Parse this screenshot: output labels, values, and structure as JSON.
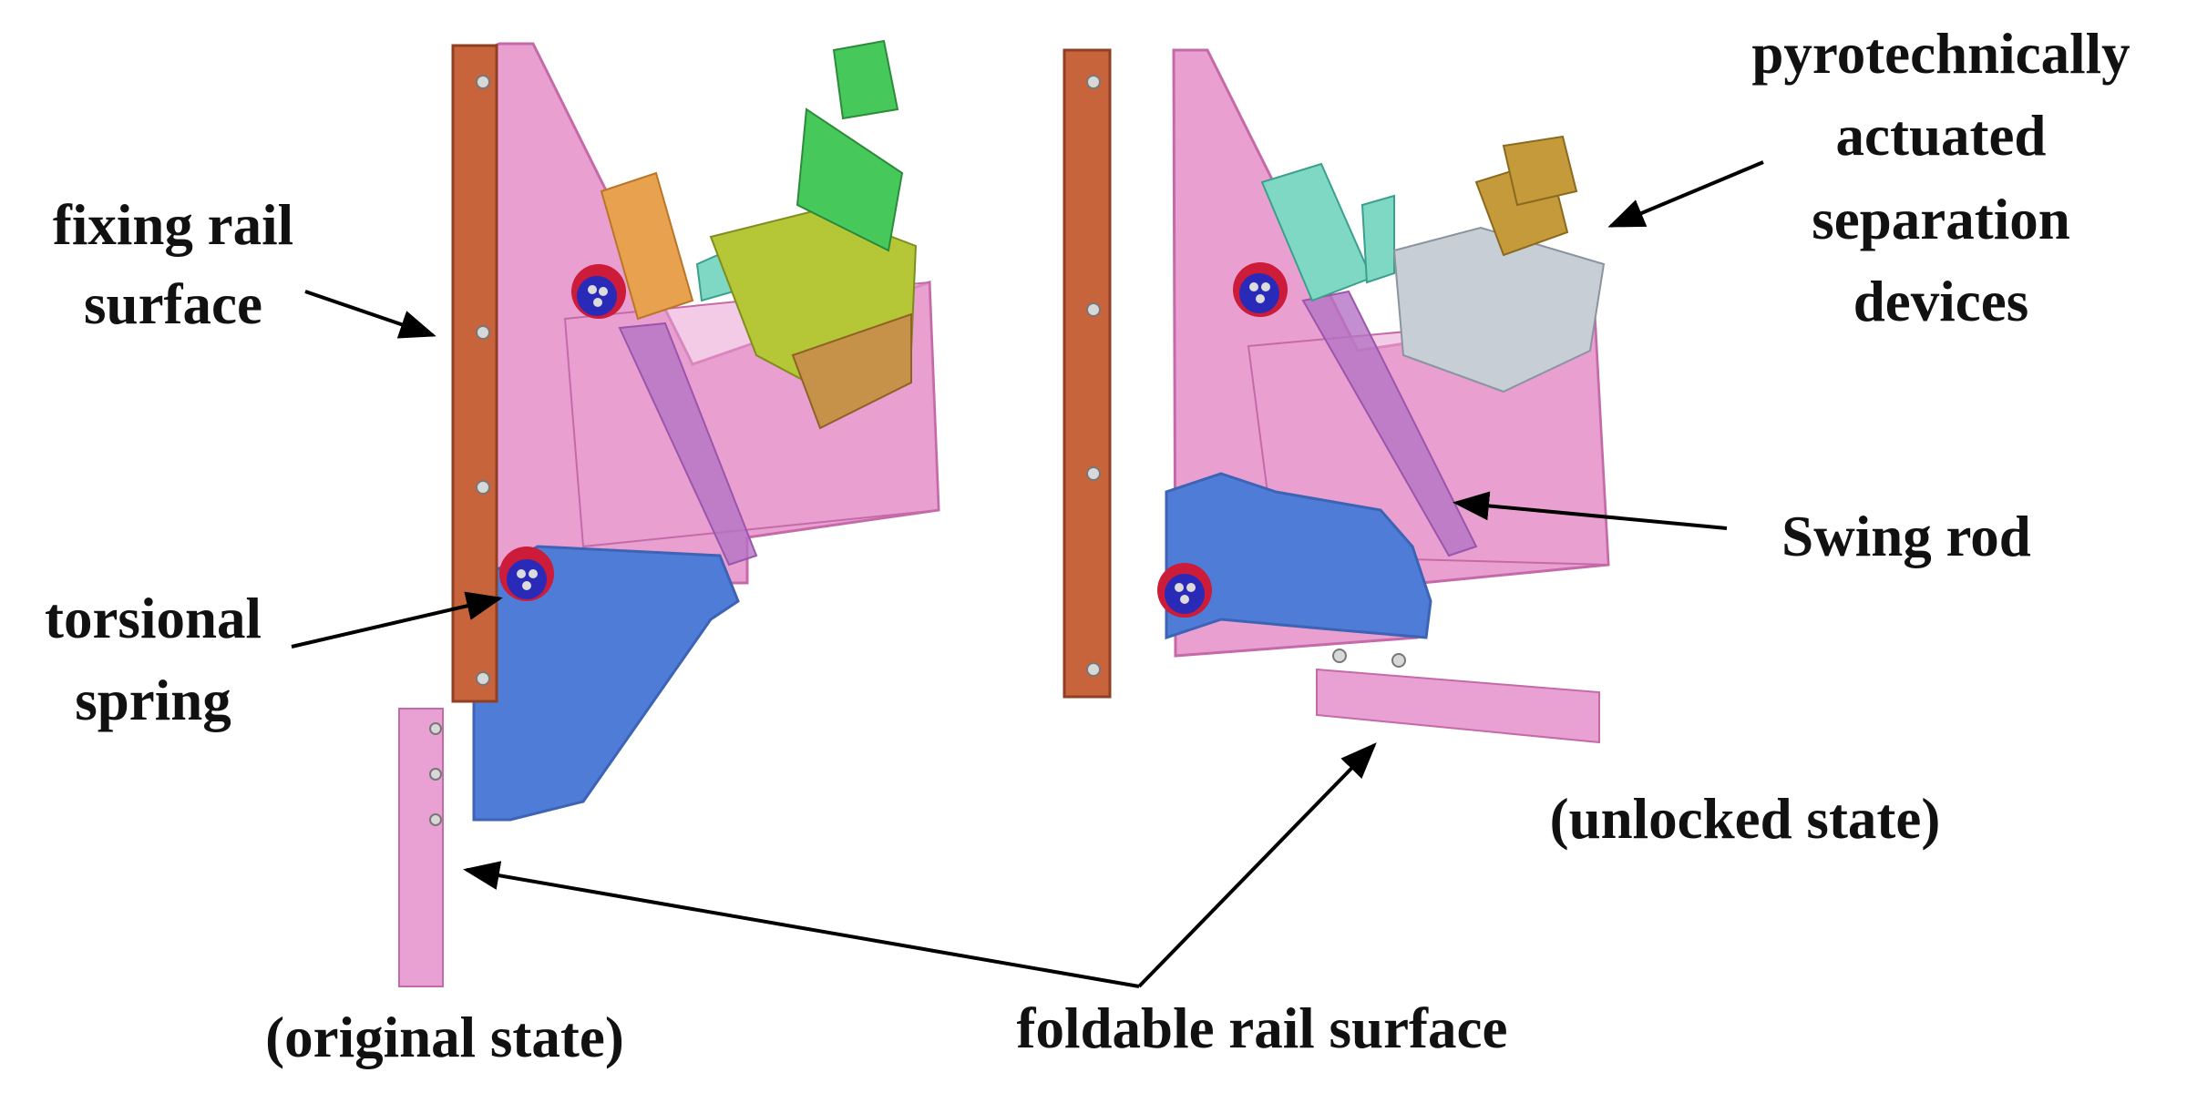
{
  "labels": {
    "fixing_rail_surface": [
      "fixing rail",
      "surface"
    ],
    "torsional_spring": [
      "torsional",
      "spring"
    ],
    "pyrotechnic_devices": [
      "pyrotechnically",
      "actuated",
      "separation",
      "devices"
    ],
    "swing_rod": "Swing rod",
    "unlocked_state": "(unlocked state)",
    "original_state": "(original state)",
    "foldable_rail_surface": "foldable rail surface"
  },
  "colors": {
    "fixing_rail": "#c8643c",
    "fixing_rail_dark": "#8f3f22",
    "bracket_pink": "#e58fc8",
    "bracket_pink_dark": "#c56aa8",
    "foldable_pink": "#e9a0d2",
    "blue_plate": "#4f7cd6",
    "blue_plate_dark": "#3d63b5",
    "spring_red": "#cc1c3a",
    "spring_blue": "#2a2ab8",
    "actuator_green": "#47c85a",
    "actuator_orange": "#e8a24f",
    "actuator_olive": "#b5c636",
    "actuator_cyan": "#7fd8c4",
    "actuator_gold": "#c49a3b",
    "actuator_grey": "#c7ced6",
    "rod_purple": "#b473c4"
  }
}
